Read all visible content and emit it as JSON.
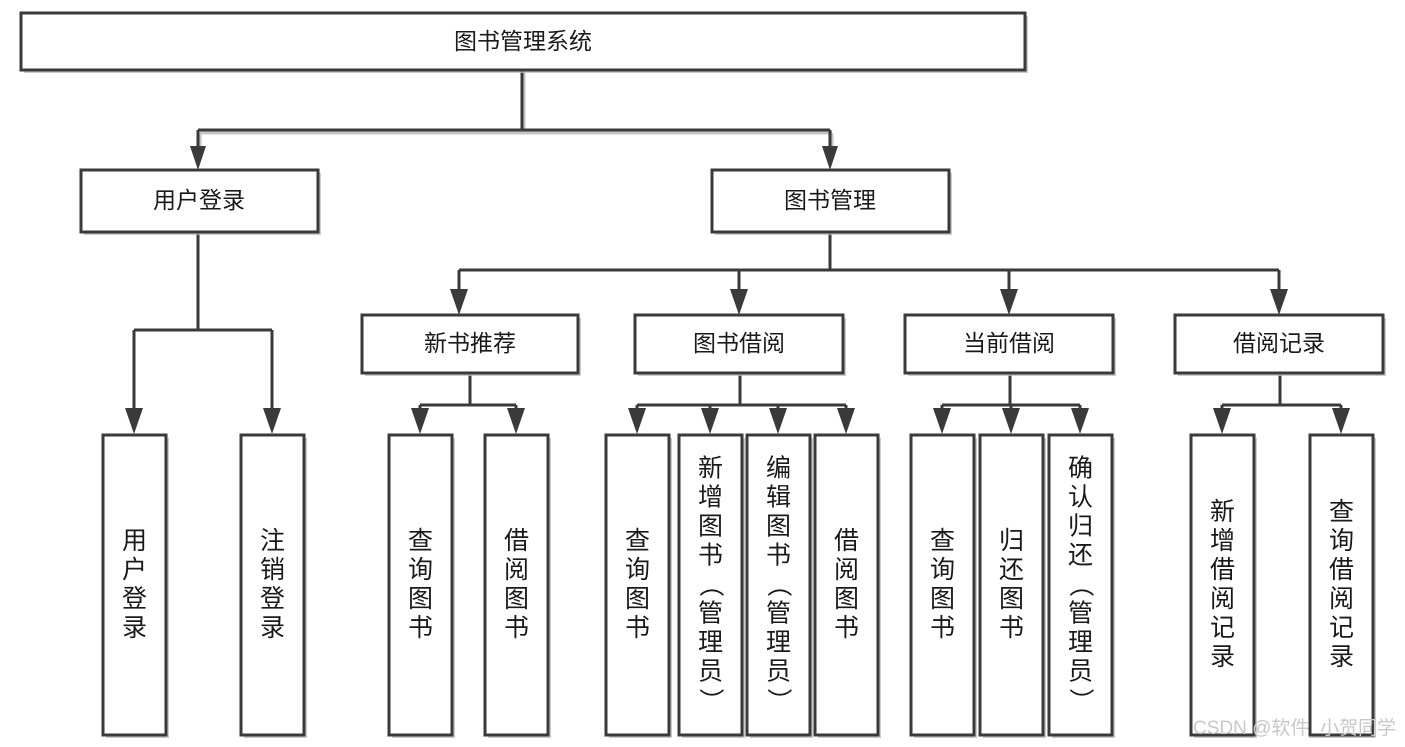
{
  "diagram": {
    "title": "图书管理系统",
    "orientation": "vertical-tree",
    "style": {
      "box_fill": "#ffffff",
      "box_stroke": "#3a3a3a",
      "text_color": "#1a1a1a",
      "connector_color": "#3a3a3a",
      "shadow_color": "#b9b9b9",
      "background": "#ffffff"
    },
    "root": {
      "label": "图书管理系统",
      "text_orientation": "horizontal"
    },
    "level2": [
      {
        "label": "用户登录",
        "text_orientation": "horizontal"
      },
      {
        "label": "图书管理",
        "text_orientation": "horizontal"
      }
    ],
    "level3": [
      {
        "label": "新书推荐",
        "text_orientation": "horizontal"
      },
      {
        "label": "图书借阅",
        "text_orientation": "horizontal"
      },
      {
        "label": "当前借阅",
        "text_orientation": "horizontal"
      },
      {
        "label": "借阅记录",
        "text_orientation": "horizontal"
      }
    ],
    "leaves": {
      "user_login": [
        {
          "label": "用户登录",
          "text_orientation": "vertical"
        },
        {
          "label": "注销登录",
          "text_orientation": "vertical"
        }
      ],
      "new_book_recommend": [
        {
          "label": "查询图书",
          "text_orientation": "vertical"
        },
        {
          "label": "借阅图书",
          "text_orientation": "vertical"
        }
      ],
      "book_borrow": [
        {
          "label": "查询图书",
          "text_orientation": "vertical"
        },
        {
          "label": "新增图书（管理员）",
          "text_orientation": "vertical"
        },
        {
          "label": "编辑图书（管理员）",
          "text_orientation": "vertical"
        },
        {
          "label": "借阅图书",
          "text_orientation": "vertical"
        }
      ],
      "current_borrow": [
        {
          "label": "查询图书",
          "text_orientation": "vertical"
        },
        {
          "label": "归还图书",
          "text_orientation": "vertical"
        },
        {
          "label": "确认归还（管理员）",
          "text_orientation": "vertical"
        }
      ],
      "borrow_record": [
        {
          "label": "新增借阅记录",
          "text_orientation": "vertical"
        },
        {
          "label": "查询借阅记录",
          "text_orientation": "vertical"
        }
      ]
    }
  },
  "watermark": {
    "text": "CSDN @软件_小贺同学"
  }
}
